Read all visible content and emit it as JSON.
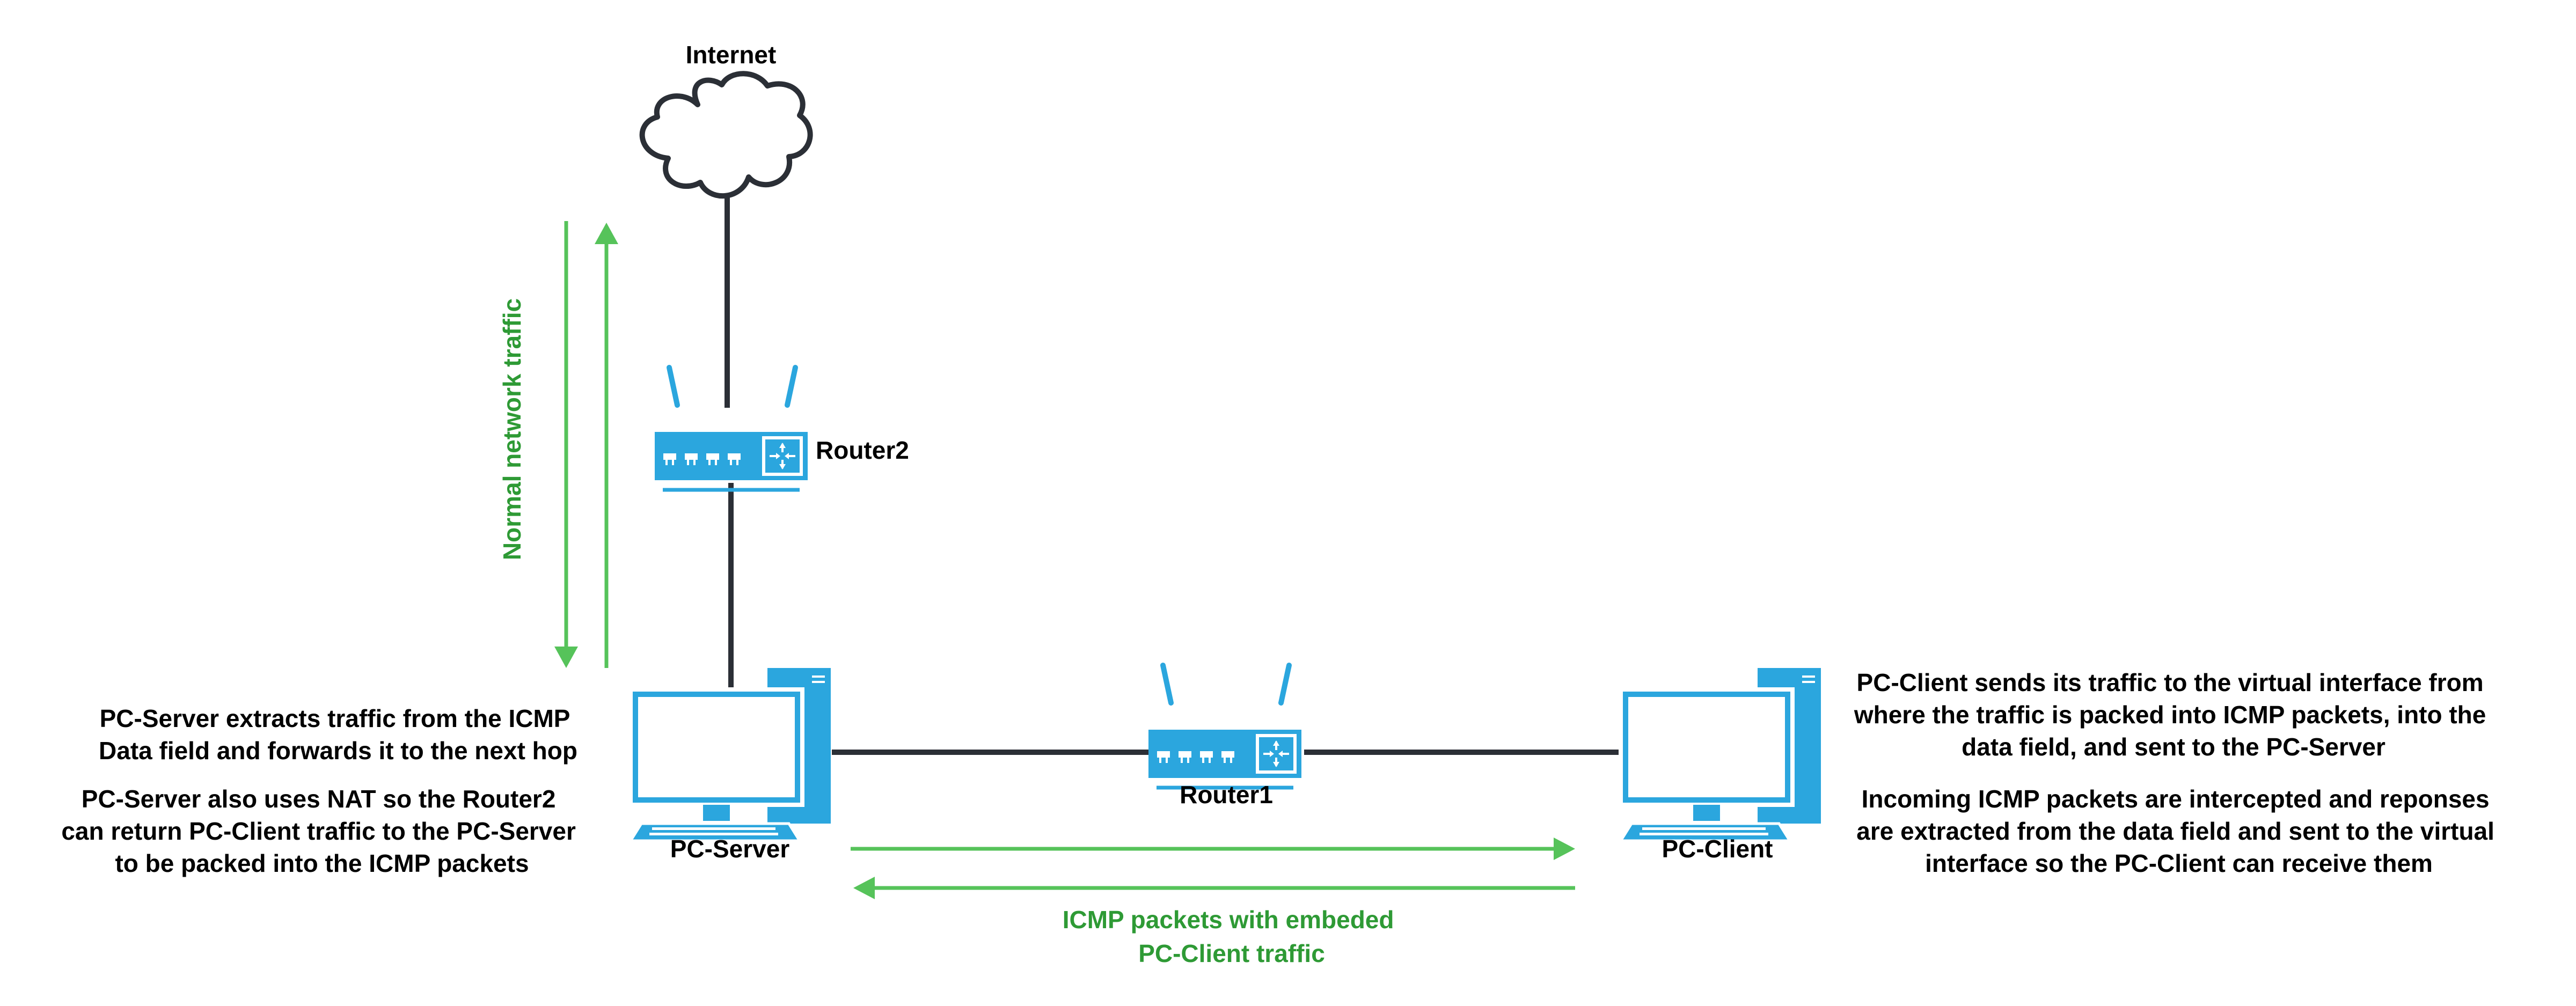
{
  "nodes": {
    "internet": "Internet",
    "router2": "Router2",
    "router1": "Router1",
    "pc_server": "PC-Server",
    "pc_client": "PC-Client"
  },
  "annotations": {
    "normal_traffic": "Normal network traffic",
    "icmp_line1": "ICMP packets with embeded",
    "icmp_line2": "PC-Client traffic",
    "server_text_1": [
      "PC-Server extracts traffic from the ICMP",
      "Data field and forwards it to the next hop"
    ],
    "server_text_2": [
      "PC-Server also uses NAT so the Router2",
      "can return PC-Client traffic to the PC-Server",
      "to be packed into the ICMP packets"
    ],
    "client_text_1": [
      "PC-Client sends its traffic to the virtual interface from",
      "where the traffic is packed into ICMP packets, into the",
      "data field, and sent to the PC-Server"
    ],
    "client_text_2": [
      "Incoming ICMP packets are intercepted and reponses",
      "are extracted from the data field and sent to the virtual",
      "interface so the PC-Client can receive them"
    ]
  },
  "colors": {
    "link": "#2b2f36",
    "device": "#2ba6de",
    "device_light": "#ffffff",
    "arrow": "#56c35a",
    "green_text": "#2e9a35",
    "text": "#000000"
  },
  "icons": {
    "internet": "cloud-icon",
    "router": "router-icon",
    "pc": "desktop-pc-icon"
  }
}
